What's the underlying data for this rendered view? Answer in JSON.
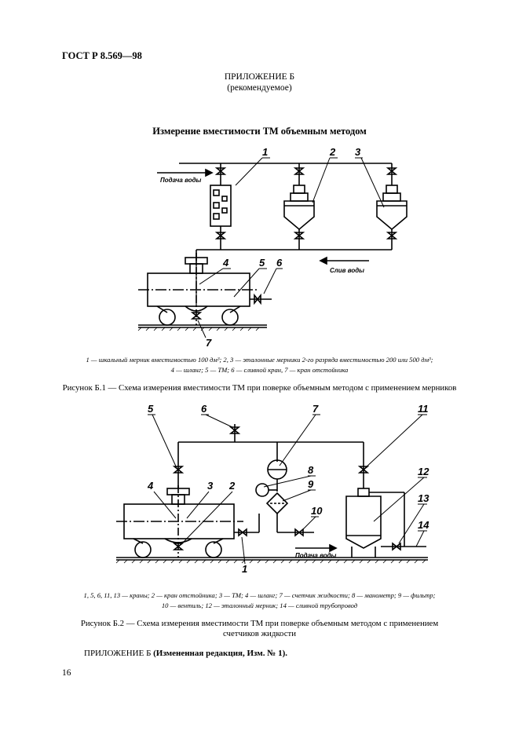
{
  "header": {
    "doc_number": "ГОСТ Р 8.569—98"
  },
  "appendix": {
    "title": "ПРИЛОЖЕНИЕ Б",
    "subtitle": "(рекомендуемое)"
  },
  "figure1": {
    "heading": "Измерение вместимости ТМ объемным методом",
    "labels": {
      "water_supply": "Подача воды",
      "water_drain": "Слив воды"
    },
    "numbers": [
      "1",
      "2",
      "3",
      "4",
      "5",
      "6",
      "7"
    ],
    "legend_line1": "1 — шкальный мерник вместимостью 100 дм³; 2, 3 — эталонные мерники 2-го разряда вместимостью 200 или 500 дм³;",
    "legend_line2": "4 — шланг; 5 — ТМ; 6 — сливной кран, 7 — кран отстойника",
    "caption": "Рисунок Б.1 — Схема измерения вместимости ТМ при поверке объемным методом с применением мерников"
  },
  "figure2": {
    "labels": {
      "water_supply": "Подача воды"
    },
    "numbers": [
      "1",
      "2",
      "3",
      "4",
      "5",
      "6",
      "7",
      "8",
      "9",
      "10",
      "11",
      "12",
      "13",
      "14"
    ],
    "legend_line1": "1, 5, 6, 11, 13 — краны; 2 — кран отстойника; 3 — ТМ; 4 — шланг; 7 — счетчик жидкости; 8 — манометр; 9 — фильтр;",
    "legend_line2": "10 — вентиль; 12 — эталонный мерник; 14 — сливной трубопровод",
    "caption_line1": "Рисунок Б.2 — Схема измерения вместимости ТМ при поверке объемным методом с применением",
    "caption_line2": "счетчиков жидкости"
  },
  "note": {
    "prefix": "ПРИЛОЖЕНИЕ Б",
    "bold": "(Измененная редакция, Изм. № 1)."
  },
  "page_number": "16"
}
